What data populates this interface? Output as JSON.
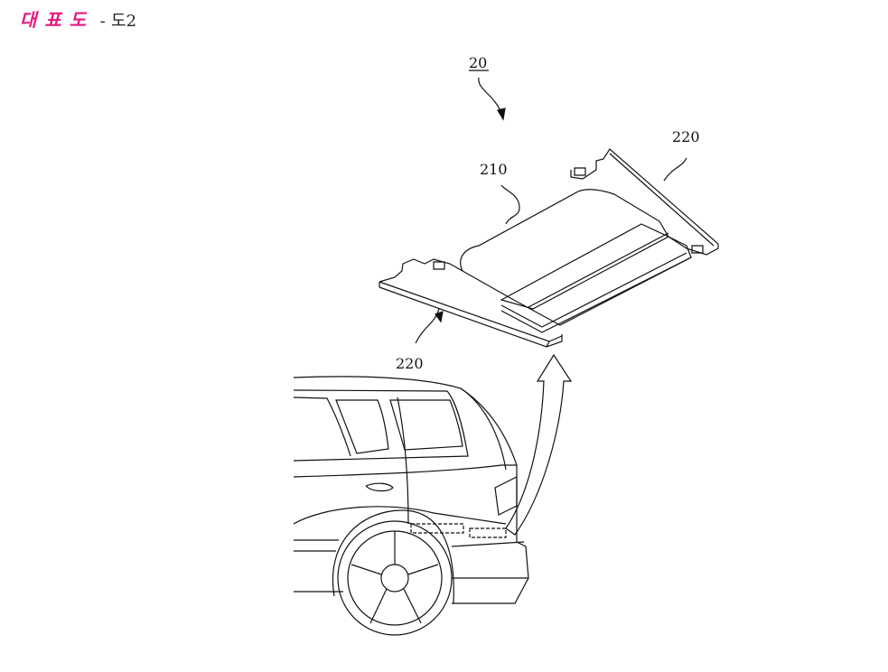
{
  "header": {
    "title": "대표도",
    "separator": "-",
    "figure": "도2"
  },
  "labels": {
    "assembly": "20",
    "cover": "210",
    "side_left": "220",
    "side_right": "220"
  },
  "colors": {
    "title": "#e6197e",
    "line": "#111111"
  }
}
